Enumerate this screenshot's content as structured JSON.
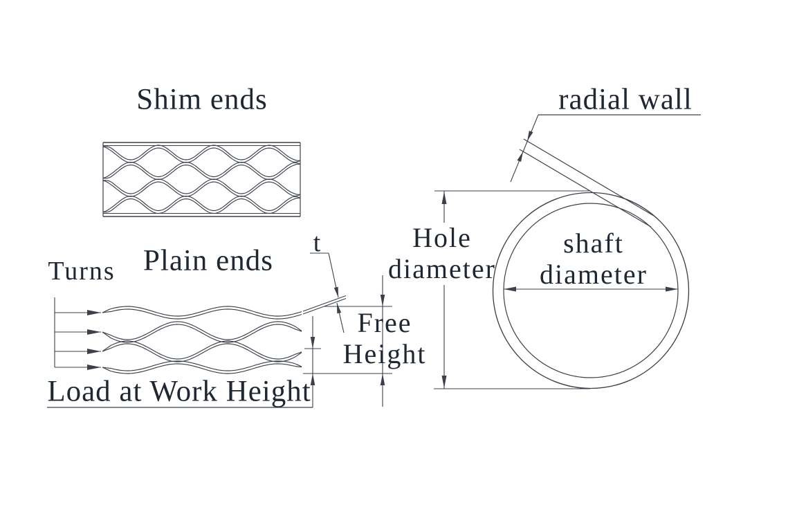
{
  "diagram": {
    "title": "wave spring dimensioning diagram",
    "labels": {
      "shim_ends": "Shim ends",
      "plain_ends": "Plain ends",
      "turns": "Turns",
      "thickness": "t",
      "free_height_line1": "Free",
      "free_height_line2": "Height",
      "load_at_work_height": "Load at Work Height",
      "hole_diameter_line1": "Hole",
      "hole_diameter_line2": "diameter",
      "shaft_diameter_line1": "shaft",
      "shaft_diameter_line2": "diameter",
      "radial_wall": "radial wall"
    },
    "colors": {
      "line": "#3b4049",
      "text": "#1f2733",
      "background": "#ffffff"
    }
  }
}
